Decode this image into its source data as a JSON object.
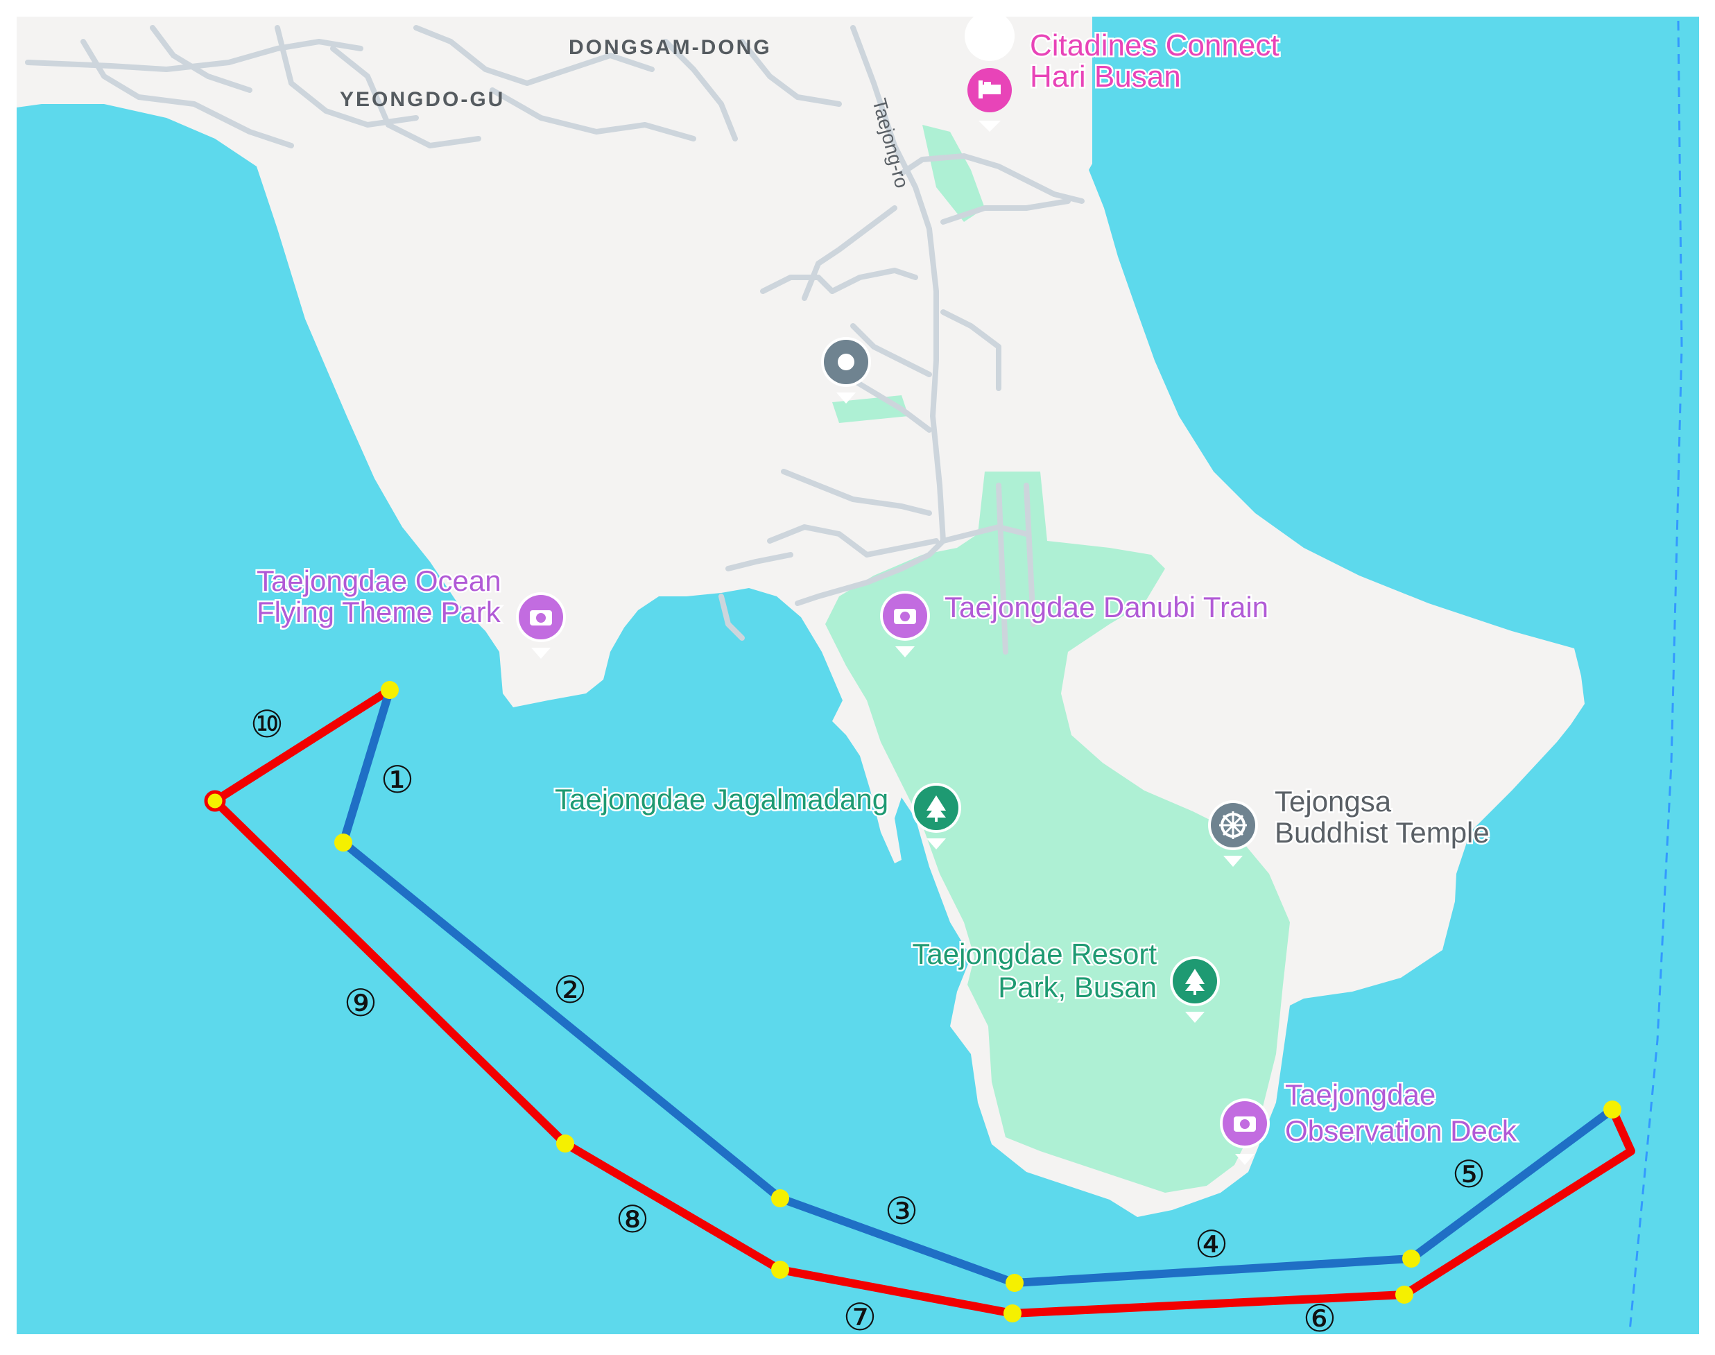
{
  "colors": {
    "sea": "#5dd9ec",
    "land": "#f4f3f2",
    "park": "#aef0d4",
    "road": "#cdd5dc",
    "route_out": "#1f6fc5",
    "route_return": "#f20000",
    "waypoint": "#f5f000"
  },
  "areas": {
    "dongsam": "DONGSAM-DONG",
    "yeongdo": "YEONGDO-GU"
  },
  "roads": {
    "taejong_ro": "Taejong-ro"
  },
  "pois": {
    "hotel": {
      "line1": "Citadines Connect",
      "line2": "Hari Busan",
      "icon": "bed-icon"
    },
    "ocean_park": {
      "line1": "Taejongdae Ocean",
      "line2": "Flying Theme Park",
      "icon": "camera-icon"
    },
    "danubi": {
      "line1": "Taejongdae Danubi Train",
      "icon": "camera-icon"
    },
    "jagalmadang": {
      "line1": "Taejongdae Jagalmadang",
      "icon": "tree-icon"
    },
    "temple": {
      "line1": "Tejongsa",
      "line2": "Buddhist Temple",
      "icon": "dharma-wheel-icon"
    },
    "resort": {
      "line1": "Taejongdae Resort",
      "line2": "Park, Busan",
      "icon": "tree-icon"
    },
    "observation": {
      "line1": "Taejongdae",
      "line2": "Observation Deck",
      "icon": "camera-icon"
    },
    "generic": {
      "icon": "location-pin-icon"
    }
  },
  "segment_labels": [
    "①",
    "②",
    "③",
    "④",
    "⑤",
    "⑥",
    "⑦",
    "⑧",
    "⑨",
    "⑩"
  ]
}
